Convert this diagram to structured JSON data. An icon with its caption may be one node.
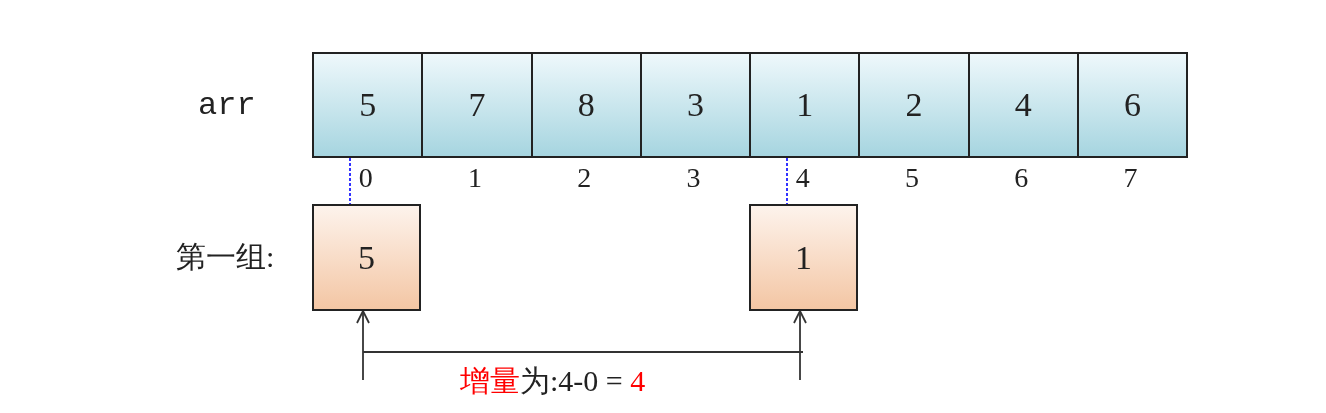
{
  "diagram": {
    "nodes": [
      {
        "text": [
          "5"
        ],
        "beside": [
          "0"
        ]
      },
      {
        "text": [
          "7"
        ],
        "beside": [
          "1"
        ]
      },
      {
        "text": [
          "8"
        ],
        "beside": [
          "2"
        ]
      },
      {
        "text": [
          "3"
        ],
        "beside": [
          "3"
        ]
      },
      {
        "text": [
          "1"
        ],
        "beside": [
          "4"
        ]
      },
      {
        "text": [
          "2"
        ],
        "beside": [
          "5"
        ]
      },
      {
        "text": [
          "4"
        ],
        "beside": [
          "6"
        ]
      },
      {
        "text": [
          "6"
        ],
        "beside": [
          "7"
        ]
      },
      {
        "text": [
          "5"
        ]
      },
      {
        "text": [
          "1"
        ]
      }
    ],
    "edges": [
      {
        "from": 0,
        "to": 8,
        "arrow": "none",
        "style": "dashed",
        "color": "#0000ff"
      },
      {
        "from": 4,
        "to": 9,
        "arrow": "none",
        "style": "dashed",
        "color": "#0000ff"
      },
      {
        "from": null,
        "to": 8,
        "arrow": "to",
        "color": "#333333"
      },
      {
        "from": null,
        "to": 9,
        "arrow": "to",
        "color": "#333333"
      }
    ],
    "labels": [
      "arr",
      "第一组:",
      "增量",
      "为:4-0 = ",
      "4"
    ]
  }
}
